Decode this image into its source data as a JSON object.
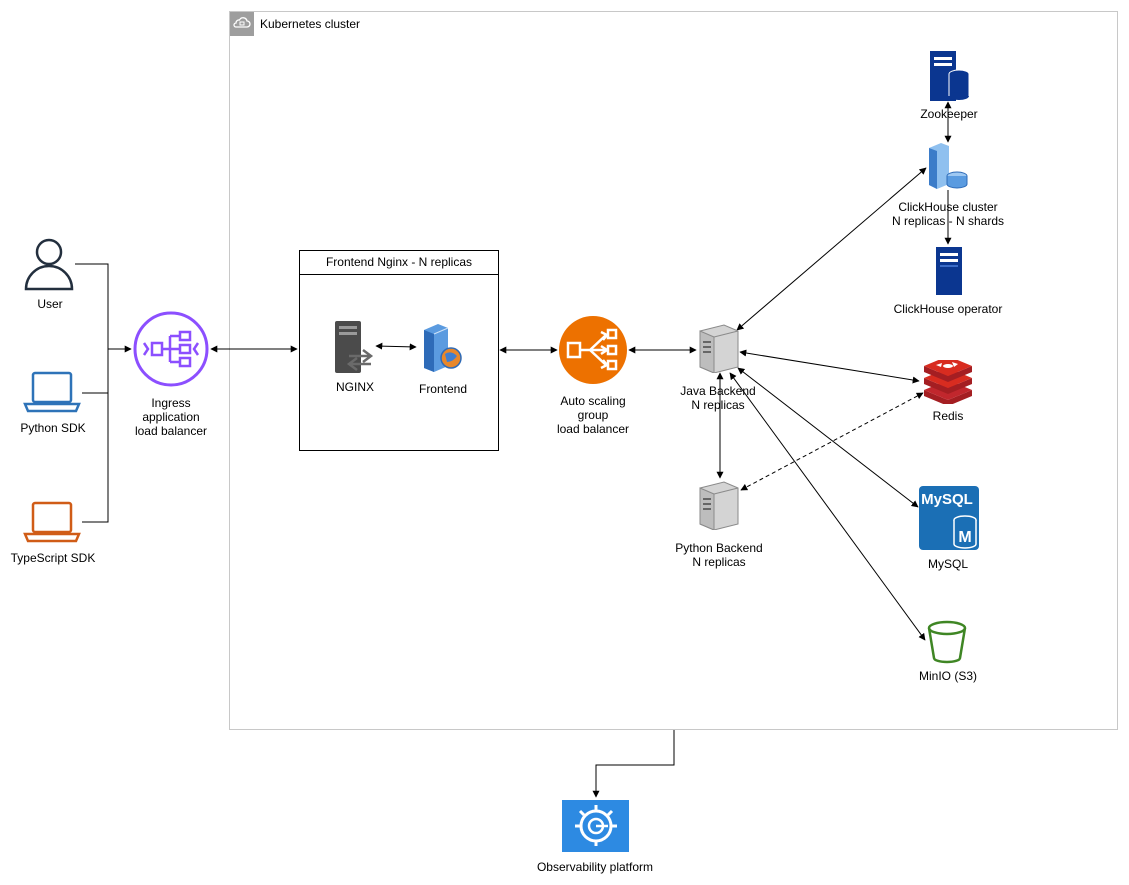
{
  "cluster": {
    "title": "Kubernetes cluster"
  },
  "clients": {
    "user": "User",
    "python_sdk": "Python SDK",
    "typescript_sdk": "TypeScript SDK"
  },
  "ingress": {
    "label": "Ingress\napplication\nload balancer"
  },
  "frontend_group": {
    "title": "Frontend Nginx - N replicas",
    "nginx": "NGINX",
    "frontend": "Frontend"
  },
  "autoscaling": {
    "label": "Auto scaling\ngroup\nload balancer"
  },
  "java_backend": {
    "label": "Java Backend\nN replicas"
  },
  "python_backend": {
    "label": "Python Backend\nN replicas"
  },
  "zookeeper": {
    "label": "Zookeeper"
  },
  "clickhouse_cluster": {
    "label": "ClickHouse cluster\nN replicas - N shards"
  },
  "clickhouse_operator": {
    "label": "ClickHouse operator"
  },
  "redis": {
    "label": "Redis"
  },
  "mysql": {
    "label": "MySQL",
    "logo_text": "MySQL",
    "badge": "M"
  },
  "minio": {
    "label": "MinIO (S3)"
  },
  "observability": {
    "label": "Observability platform"
  },
  "colors": {
    "ingress": "#8c4fff",
    "autoscaling": "#ed7100",
    "user": "#232f3e",
    "python_sdk": "#2e73b8",
    "typescript_sdk": "#d05c17",
    "zookeeper": "#0b3690",
    "redis": "#c1272d",
    "mysql": "#1b6fb5",
    "minio": "#3f8624",
    "grafana": "#2d8ae2"
  }
}
